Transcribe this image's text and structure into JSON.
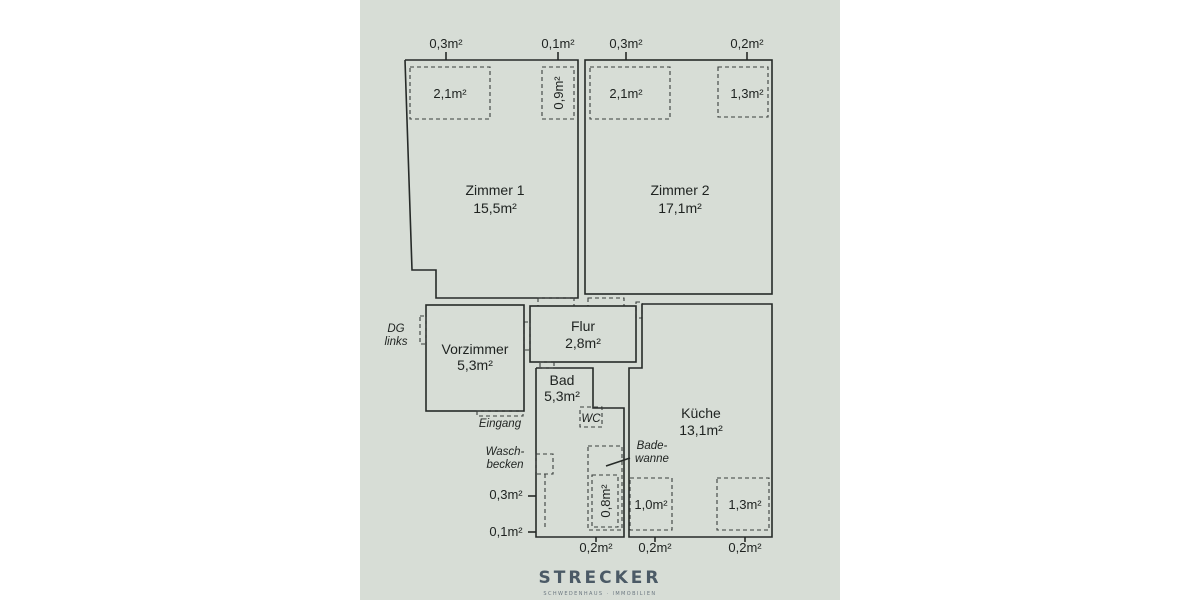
{
  "rooms": {
    "zimmer1": {
      "name": "Zimmer 1",
      "area": "15,5m²"
    },
    "zimmer2": {
      "name": "Zimmer 2",
      "area": "17,1m²"
    },
    "flur": {
      "name": "Flur",
      "area": "2,8m²"
    },
    "vorzimmer": {
      "name": "Vorzimmer",
      "area": "5,3m²"
    },
    "bad": {
      "name": "Bad",
      "area": "5,3m²"
    },
    "kueche": {
      "name": "Küche",
      "area": "13,1m²"
    }
  },
  "labels": {
    "dg_links_1": "DG",
    "dg_links_2": "links",
    "eingang": "Eingang",
    "waschbecken_1": "Wasch-",
    "waschbecken_2": "becken",
    "badewanne_1": "Bade-",
    "badewanne_2": "wanne",
    "wc": "WC"
  },
  "areas": {
    "z1_top_left": "0,3m²",
    "z1_top_right": "0,1m²",
    "z2_top_left": "0,3m²",
    "z2_top_right": "0,2m²",
    "z1_box_left": "2,1m²",
    "z1_box_right": "0,9m²",
    "z2_box_left": "2,1m²",
    "z2_box_right": "1,3m²",
    "bad_left_upper": "0,3m²",
    "bad_left_lower": "0,1m²",
    "bad_tub_box": "0,8m²",
    "bad_bottom": "0,2m²",
    "kueche_box_left": "1,0m²",
    "kueche_box_right": "1,3m²",
    "kueche_bottom_left": "0,2m²",
    "kueche_bottom_right": "0,2m²"
  },
  "logo": {
    "wordmark": "STRECKER",
    "tagline": "SCHWEDENHAUS · IMMOBILIEN"
  },
  "colors": {
    "paper": "#d7ddd6",
    "lines": "#262a28",
    "logo": "#4b5a66"
  }
}
